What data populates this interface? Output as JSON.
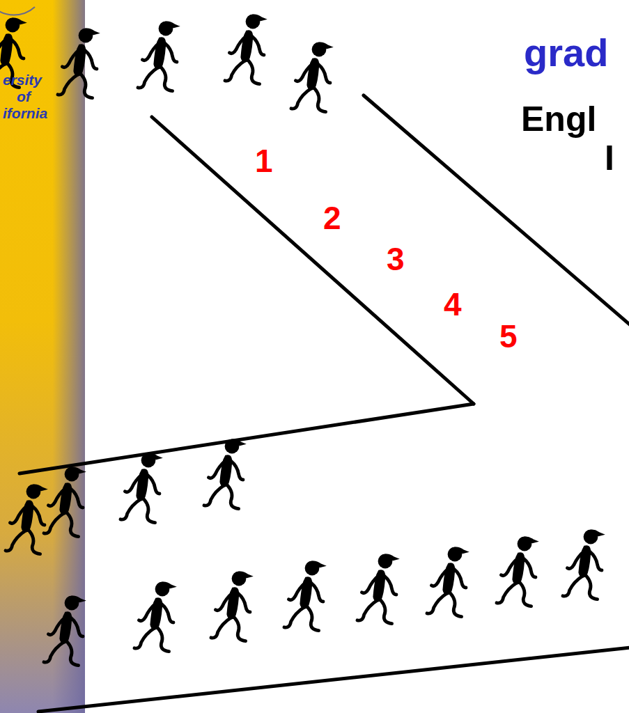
{
  "diagram": {
    "title": "grad",
    "labels": [
      "ersity",
      "of",
      "ifornia",
      "1",
      "2",
      "3",
      "4",
      "5",
      "Engl",
      "I"
    ]
  }
}
